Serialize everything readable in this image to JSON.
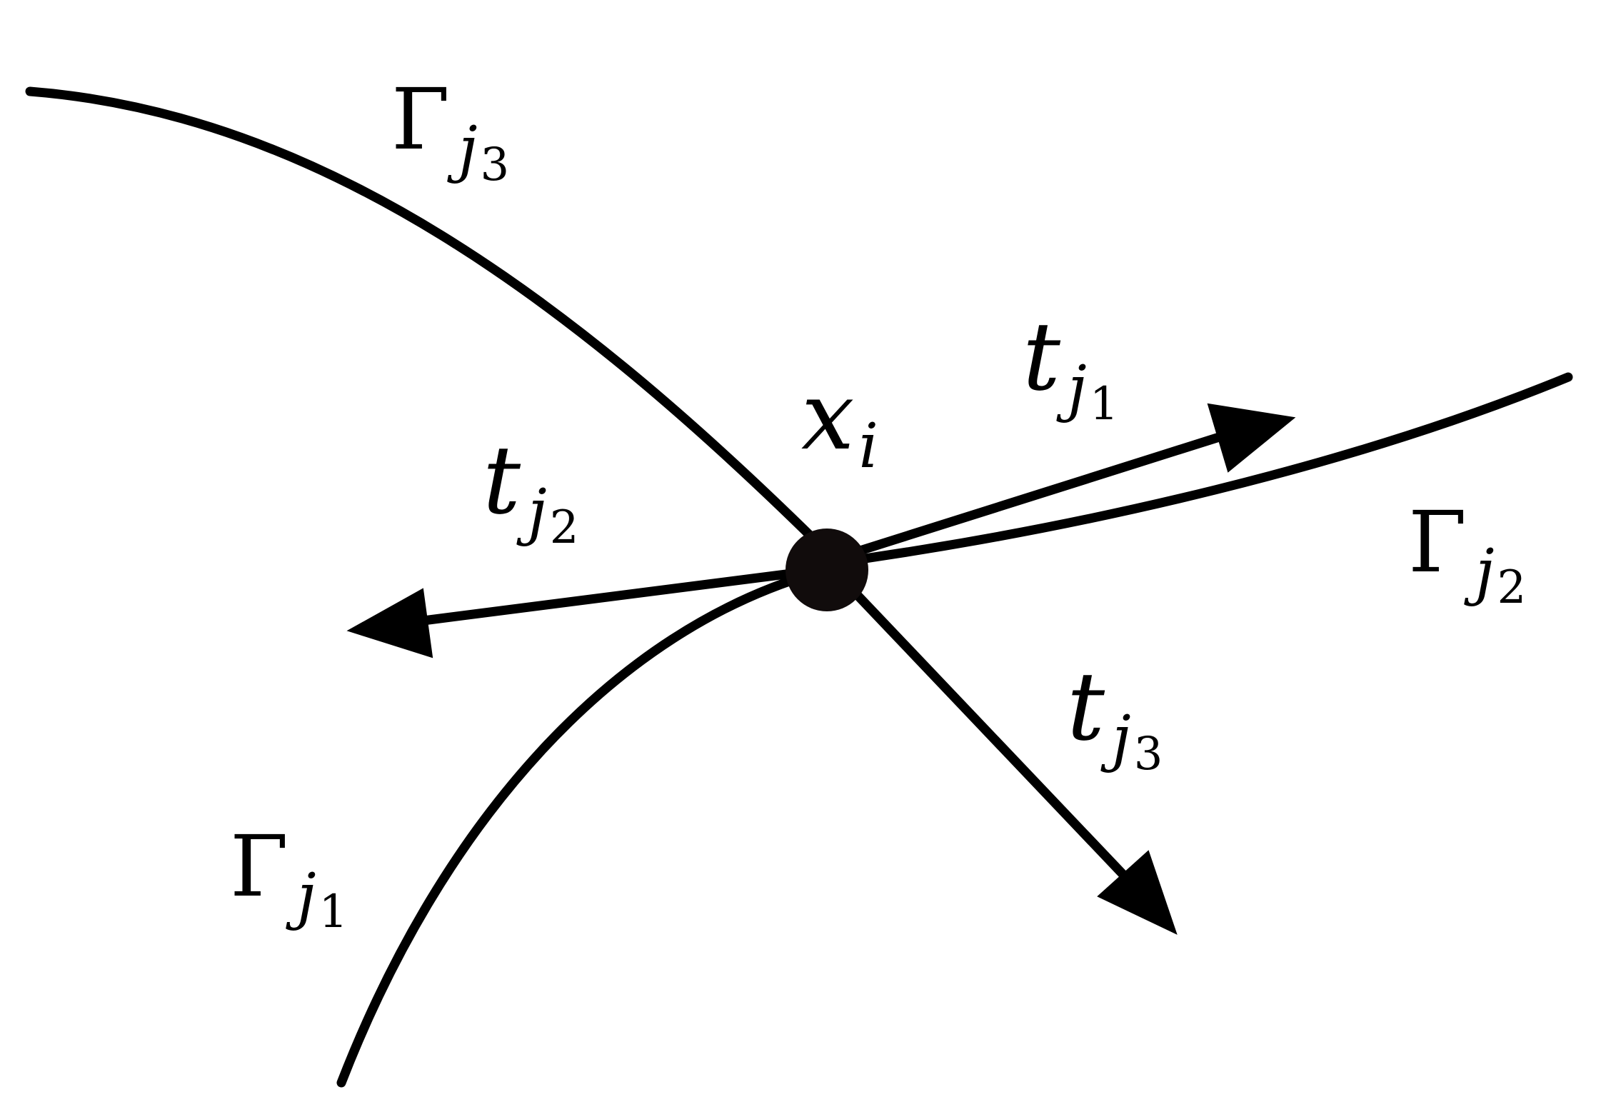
{
  "diagram": {
    "labels": {
      "gamma_j3": {
        "base": "Γ",
        "sub": "j",
        "subsub": "3"
      },
      "gamma_j2": {
        "base": "Γ",
        "sub": "j",
        "subsub": "2"
      },
      "gamma_j1": {
        "base": "Γ",
        "sub": "j",
        "subsub": "1"
      },
      "t_j1": {
        "base": "t",
        "sub": "j",
        "subsub": "1"
      },
      "t_j2": {
        "base": "t",
        "sub": "j",
        "subsub": "2"
      },
      "t_j3": {
        "base": "t",
        "sub": "j",
        "subsub": "3"
      },
      "x_i": {
        "base": "x",
        "sub": "i"
      }
    },
    "colors": {
      "stroke": "#000000",
      "junction": "#110c0c",
      "background": "#ffffff"
    }
  }
}
